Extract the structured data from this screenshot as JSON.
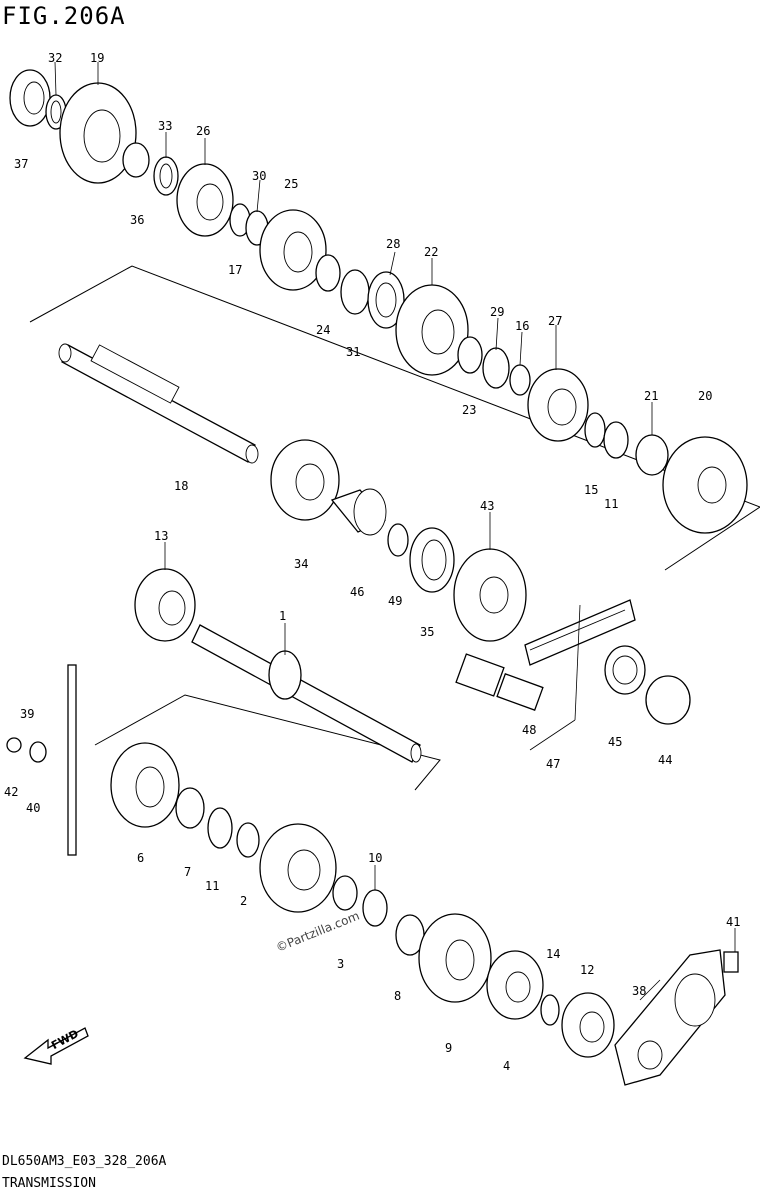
{
  "figure": {
    "title": "FIG.206A",
    "code": "DL650AM3_E03_328_206A",
    "caption": "TRANSMISSION",
    "watermark": "©Partzilla.com",
    "fwd_label": "FWD"
  },
  "callouts": [
    "37",
    "32",
    "19",
    "33",
    "26",
    "36",
    "30",
    "25",
    "17",
    "28",
    "22",
    "24",
    "31",
    "29",
    "16",
    "27",
    "23",
    "21",
    "20",
    "15",
    "11",
    "18",
    "34",
    "46",
    "43",
    "49",
    "35",
    "13",
    "1",
    "48",
    "47",
    "45",
    "44",
    "39",
    "42",
    "40",
    "6",
    "7",
    "11",
    "2",
    "3",
    "10",
    "8",
    "9",
    "14",
    "12",
    "4",
    "38",
    "41"
  ]
}
